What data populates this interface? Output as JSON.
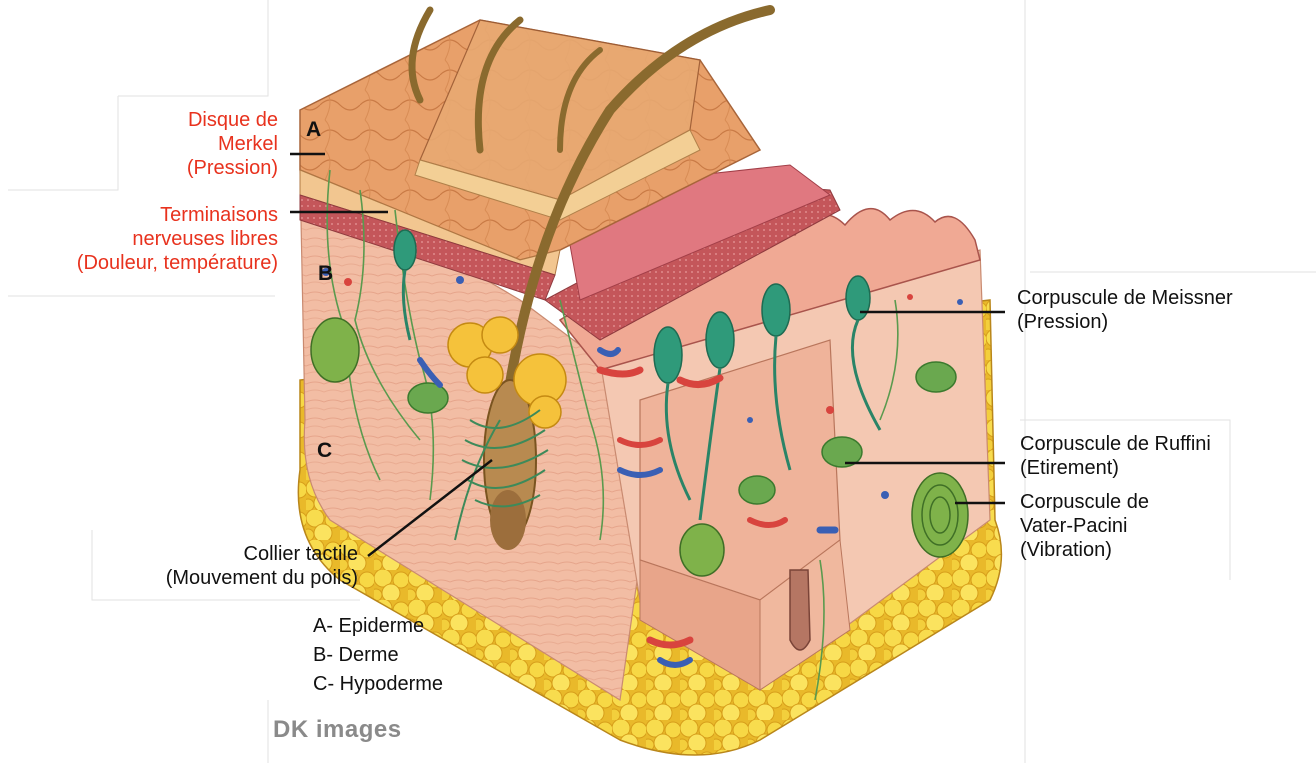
{
  "labels": {
    "merkel": [
      "Disque de",
      "Merkel",
      "(Pression)"
    ],
    "libres": [
      "Terminaisons",
      "nerveuses libres",
      "(Douleur, température)"
    ],
    "meissner": [
      "Corpuscule de Meissner",
      "(Pression)"
    ],
    "ruffini": [
      "Corpuscule de Ruffini",
      "(Etirement)"
    ],
    "pacini": [
      "Corpuscule de",
      "Vater-Pacini",
      "(Vibration)"
    ],
    "collier": [
      "Collier tactile",
      "(Mouvement du poils)"
    ]
  },
  "layers": {
    "a": "A",
    "b": "B",
    "c": "C"
  },
  "legend": [
    "A- Epiderme",
    "B- Derme",
    "C- Hypoderme"
  ],
  "watermark": "DK images",
  "colors": {
    "label_red": "#e8321e",
    "epidermis": "#e9a36f",
    "dermis": "#f1b9a0",
    "dermis_dark": "#c9675a",
    "hypodermis_fat": "#f5d33a",
    "nerve_green": "#2f8f72",
    "vessel_red": "#d8443e",
    "vessel_blue": "#3a5fb4",
    "hair": "#8a6a2e"
  }
}
